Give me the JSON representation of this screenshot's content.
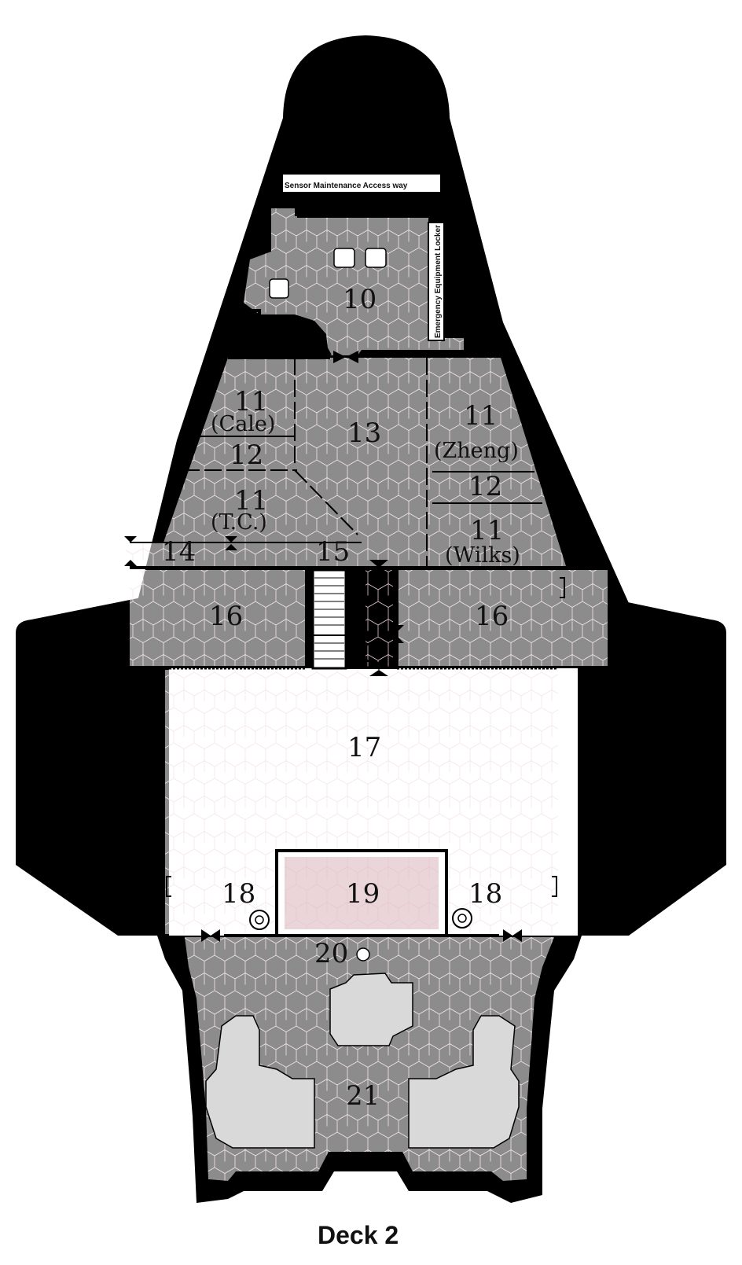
{
  "title": "Deck 2",
  "labels": {
    "sensor_access": "Sensor Maintenance Access way",
    "emergency_locker": "Emergency Equipment Locker"
  },
  "rooms": [
    {
      "id": "r10",
      "number": "10"
    },
    {
      "id": "r11-cale",
      "number": "11",
      "sub": "(Cale)"
    },
    {
      "id": "r12-left",
      "number": "12"
    },
    {
      "id": "r13",
      "number": "13"
    },
    {
      "id": "r11-zheng",
      "number": "11",
      "sub": "(Zheng)"
    },
    {
      "id": "r12-right",
      "number": "12"
    },
    {
      "id": "r11-tc",
      "number": "11",
      "sub": "(T.C.)"
    },
    {
      "id": "r11-wilks",
      "number": "11",
      "sub": "(Wilks)"
    },
    {
      "id": "r14",
      "number": "14"
    },
    {
      "id": "r15",
      "number": "15"
    },
    {
      "id": "r16-left",
      "number": "16"
    },
    {
      "id": "r16-right",
      "number": "16"
    },
    {
      "id": "r17",
      "number": "17"
    },
    {
      "id": "r18-left",
      "number": "18"
    },
    {
      "id": "r19",
      "number": "19"
    },
    {
      "id": "r18-right",
      "number": "18"
    },
    {
      "id": "r20",
      "number": "20"
    },
    {
      "id": "r21",
      "number": "21"
    }
  ],
  "colors": {
    "hull": "#000000",
    "floor": "#ffffff",
    "grid": "#e8c8cf",
    "room19_fill": "#ead5d8",
    "furniture": "#d9d9d9"
  }
}
